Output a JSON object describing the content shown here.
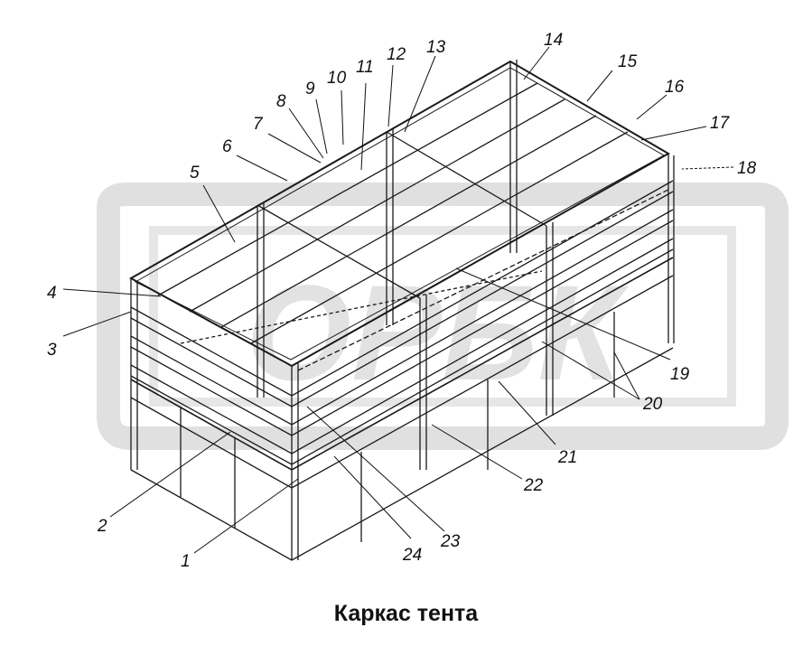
{
  "caption": "Каркас тента",
  "watermark": "ОРБК",
  "colors": {
    "line": "#1a1a1a",
    "watermark": "#dcdcdc",
    "background": "#ffffff"
  },
  "callouts": [
    "1",
    "2",
    "3",
    "4",
    "5",
    "6",
    "7",
    "8",
    "9",
    "10",
    "11",
    "12",
    "13",
    "14",
    "15",
    "16",
    "17",
    "18",
    "19",
    "20",
    "20",
    "21",
    "22",
    "23",
    "24"
  ]
}
